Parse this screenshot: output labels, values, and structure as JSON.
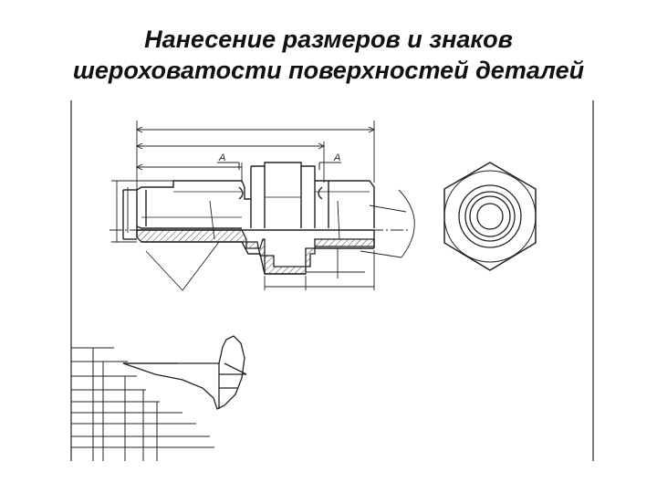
{
  "title": {
    "line1": "Нанесение размеров и знаков",
    "line2": "шероховатости поверхностей деталей"
  },
  "drawing": {
    "section_label_a": "А",
    "section_label_b": "А",
    "stroke_color": "#222222"
  }
}
